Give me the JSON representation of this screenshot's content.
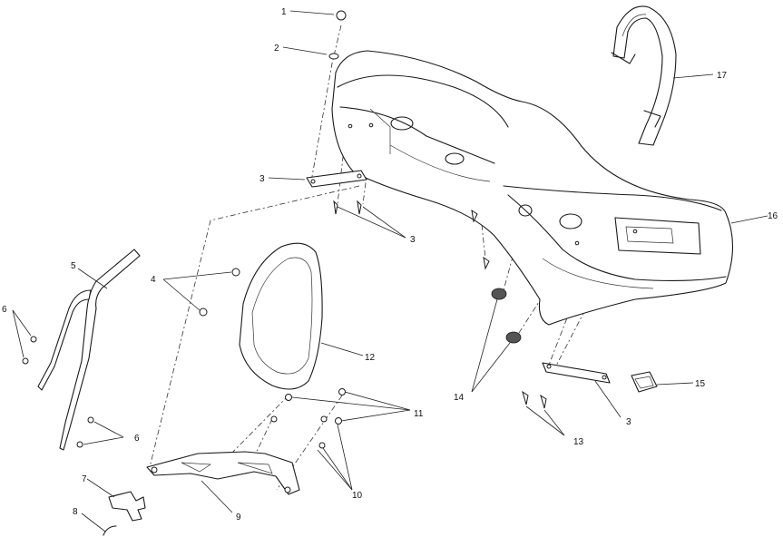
{
  "callouts": {
    "c1": "1",
    "c2": "2",
    "c3a": "3",
    "c3b": "3",
    "c3c": "3",
    "c4": "4",
    "c5": "5",
    "c6a": "6",
    "c6b": "6",
    "c7": "7",
    "c8": "8",
    "c9": "9",
    "c10": "10",
    "c11": "11",
    "c12": "12",
    "c13": "13",
    "c14": "14",
    "c15": "15",
    "c16": "16",
    "c17": "17"
  }
}
